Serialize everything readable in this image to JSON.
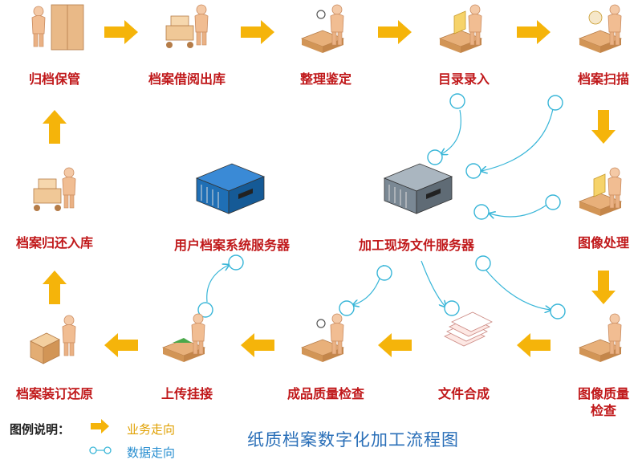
{
  "nodes": [
    {
      "label": "归档保管"
    },
    {
      "label": "档案借阅出库"
    },
    {
      "label": "整理鉴定"
    },
    {
      "label": "目录录入"
    },
    {
      "label": "档案扫描"
    },
    {
      "label": "图像处理"
    },
    {
      "label": "图像质量\n检查"
    },
    {
      "label": "文件合成"
    },
    {
      "label": "成品质量检查"
    },
    {
      "label": "上传挂接"
    },
    {
      "label": "档案装订还原"
    },
    {
      "label": "档案归还入库"
    }
  ],
  "servers": [
    {
      "label": "用户档案系统服务器",
      "color": "#1f6fb5"
    },
    {
      "label": "加工现场文件服务器",
      "color": "#7a8894"
    }
  ],
  "legend": {
    "title": "图例说明：",
    "business": "业务走向",
    "data": "数据走向"
  },
  "title": "纸质档案数字化加工流程图",
  "colors": {
    "arrow": "#f5b40a",
    "label": "#c0181a",
    "dataflow": "#39b6d8",
    "title": "#2a6fb8",
    "legend_business": "#e0a000",
    "legend_data": "#2a8fd0"
  }
}
